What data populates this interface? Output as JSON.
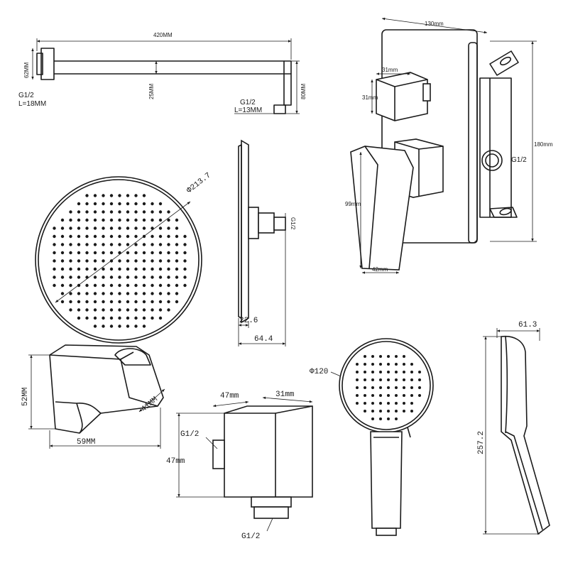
{
  "arm": {
    "length": "420MM",
    "end_height": "62MM",
    "drop": "25MM",
    "height": "80MM",
    "thread_left": "G1/2",
    "len_left": "L=18MM",
    "thread_right": "G1/2",
    "len_right": "L=13MM"
  },
  "valve": {
    "width": "130mm",
    "height": "180mm",
    "knob_w": "31mm",
    "knob_h": "31mm",
    "handle_h": "99mm",
    "handle_w": "42mm",
    "port": "G1/2"
  },
  "head": {
    "diameter": "Φ213.7",
    "depth": "22.6",
    "total": "64.4",
    "thread": "G1/2"
  },
  "holder": {
    "height": "52MM",
    "width": "59MM",
    "angle": "41MM"
  },
  "elbow": {
    "depth": "47mm",
    "width": "31mm",
    "height": "47mm",
    "thread_side": "G1/2",
    "thread_bottom": "G1/2"
  },
  "hand": {
    "diameter": "Φ120",
    "width": "61.3",
    "length": "257.2"
  }
}
